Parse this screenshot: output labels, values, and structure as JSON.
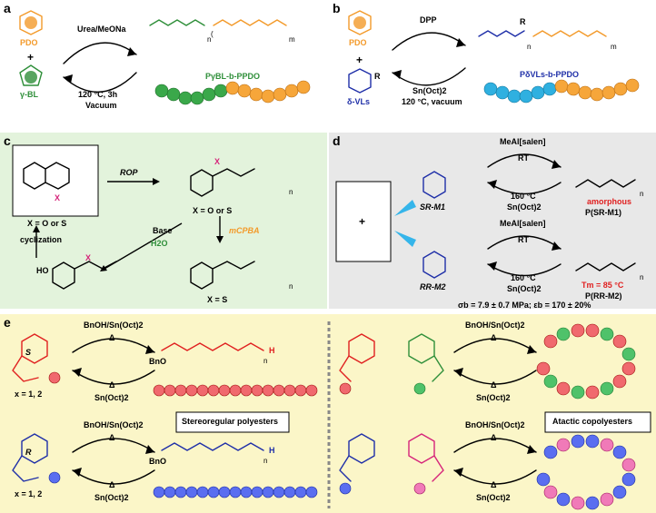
{
  "colors": {
    "orange": "#f39a2a",
    "green": "#2f8f3a",
    "blue": "#1f2fa8",
    "red": "#e02020",
    "magenta": "#d6247a",
    "panelA": "#ffffff",
    "panelC": "#e3f3dc",
    "panelD": "#e8e8e8",
    "panelE": "#fbf6c8"
  },
  "a": {
    "label": "a",
    "pdo": "PDO",
    "plus": "+",
    "gbl": "γ-BL",
    "forward": "Urea/MeONa",
    "reverse_line1": "120 °C, 3h",
    "reverse_line2": "Vacuum",
    "polymer": "PγBL-b-PPDO",
    "n": "n",
    "m": "m"
  },
  "b": {
    "label": "b",
    "pdo": "PDO",
    "plus": "+",
    "dvl": "δ-VLs",
    "forward": "DPP",
    "reverse_line1": "Sn(Oct)2",
    "reverse_line2": "120 °C, vacuum",
    "polymer": "PδVLs-b-PPDO",
    "n": "n",
    "m": "m",
    "r1": "R",
    "r2": "R"
  },
  "c": {
    "label": "c",
    "x_eq_top": "X = O or S",
    "x_eq_mid": "X = O or S",
    "x_eq_s": "X = S",
    "rop": "ROP",
    "base": "Base",
    "h2o": "H2O",
    "mcpba": "mCPBA",
    "cyclization": "cyclization",
    "x1": "X",
    "x2": "X",
    "x3": "X",
    "n1": "n",
    "n2": "n",
    "ho": "HO"
  },
  "d": {
    "label": "d",
    "plus": "+",
    "m1": "SR-M1",
    "m2": "RR-M2",
    "cat1": "MeAl[salen]",
    "rt1": "RT",
    "rev1_t": "160 °C",
    "rev1_c": "Sn(Oct)2",
    "cat2": "MeAl[salen]",
    "rt2": "RT",
    "rev2_t": "160 °C",
    "rev2_c": "Sn(Oct)2",
    "amorphous": "amorphous",
    "p1": "P(SR-M1)",
    "tm": "Tm = 85 °C",
    "p2": "P(RR-M2)",
    "props": "σb = 7.9 ± 0.7 MPa; εb = 170 ± 20%",
    "n1": "n",
    "n2": "n"
  },
  "e": {
    "label": "e",
    "top_cat": "BnOH/Sn(Oct)2",
    "top_delta": "Δ",
    "top_rev": "Sn(Oct)2",
    "top_rev_delta": "Δ",
    "bot_cat": "BnOH/Sn(Oct)2",
    "bot_delta": "Δ",
    "bot_rev": "Sn(Oct)2",
    "bot_rev_delta": "Δ",
    "x_top": "x = 1, 2",
    "x_bot": "x = 1, 2",
    "stereo": "Stereoregular polyesters",
    "r_top_cat": "BnOH/Sn(Oct)2",
    "r_top_delta": "Δ",
    "r_top_rev": "Sn(Oct)2",
    "r_top_rev_delta": "Δ",
    "r_bot_cat": "BnOH/Sn(Oct)2",
    "r_bot_delta": "Δ",
    "r_bot_rev": "Sn(Oct)2",
    "r_bot_rev_delta": "Δ",
    "atactic": "Atactic copolyesters",
    "bno1": "BnO",
    "bno2": "BnO",
    "h1": "H",
    "h2": "H",
    "n1": "n",
    "n2": "n",
    "s": "S",
    "r": "R"
  }
}
